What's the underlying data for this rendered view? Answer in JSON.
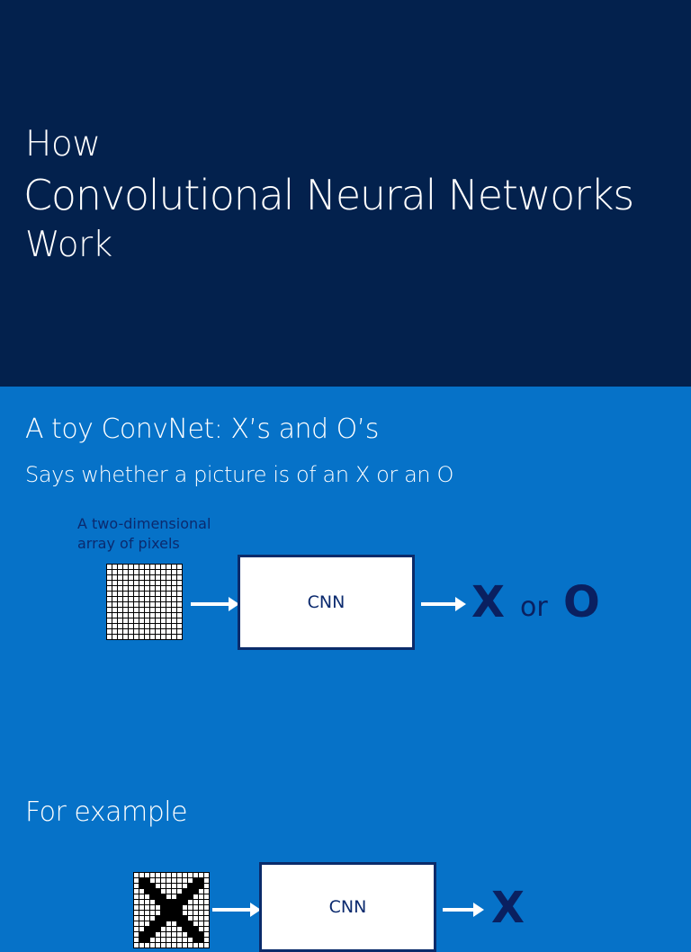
{
  "title": {
    "line1": "How",
    "line2": "Convolutional Neural Networks",
    "line3": "Work"
  },
  "section": {
    "heading": "A toy ConvNet: X’s and O’s",
    "subheading": "Says whether a picture is of an X or an O",
    "caption_line1": "A two-dimensional",
    "caption_line2": "array of pixels",
    "box_label": "CNN",
    "output_x": "X",
    "output_or": "or",
    "output_o": "O"
  },
  "example": {
    "heading": "For example",
    "box_label": "CNN",
    "output": "X"
  }
}
